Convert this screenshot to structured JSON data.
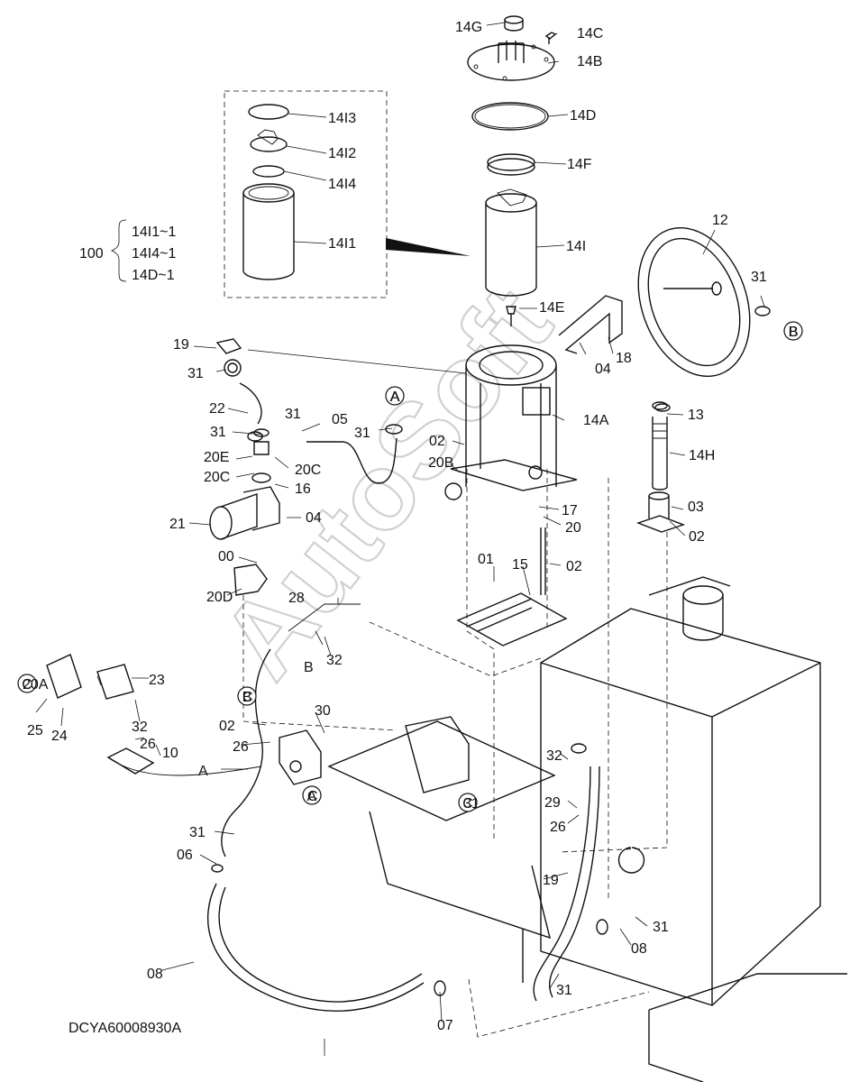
{
  "drawing_code": "DCYA60008930A",
  "watermark": "AutoSoft",
  "kit_bracket": {
    "number": "100",
    "items": [
      "14I1~1",
      "14I4~1",
      "14D~1"
    ]
  },
  "callout_letters": [
    "A",
    "B",
    "C"
  ],
  "part_labels": [
    "14G",
    "14C",
    "14B",
    "14D",
    "14F",
    "14I3",
    "14I2",
    "14I4",
    "14I1",
    "14I",
    "12",
    "31",
    "B",
    "14E",
    "19",
    "18",
    "04",
    "31",
    "22",
    "31",
    "05",
    "31",
    "A",
    "02",
    "14A",
    "31",
    "13",
    "14H",
    "20B",
    "20E",
    "20C",
    "20C",
    "16",
    "17",
    "20",
    "21",
    "04",
    "03",
    "02",
    "00",
    "15",
    "02",
    "01",
    "20D",
    "28",
    "32",
    "B",
    "C",
    "20A",
    "23",
    "25",
    "24",
    "32",
    "02",
    "30",
    "26",
    "26",
    "10",
    "A",
    "C",
    "31",
    "32",
    "29",
    "26",
    "31",
    "06",
    "19",
    "31",
    "08",
    "08",
    "31",
    "07"
  ]
}
